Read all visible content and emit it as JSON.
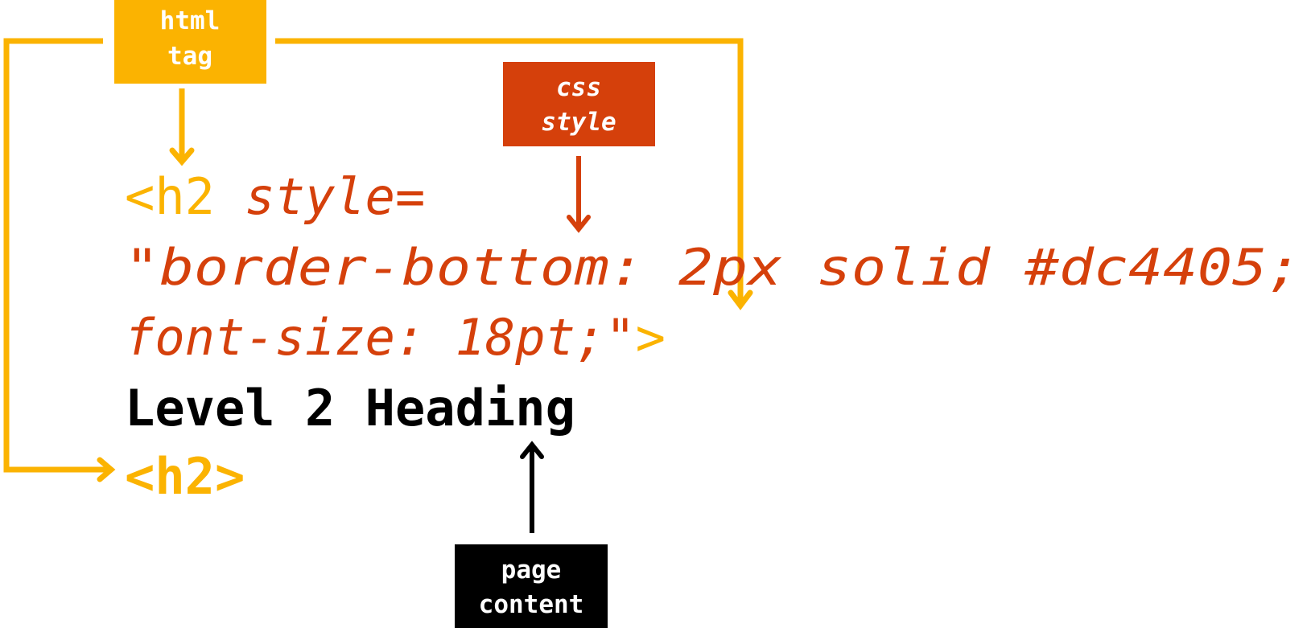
{
  "colors": {
    "html_tag": "#fbb301",
    "css_style": "#d5400b",
    "content": "#000000",
    "background": "#ffffff"
  },
  "labels": {
    "html_tag": [
      "html",
      "tag"
    ],
    "css_style": [
      "css",
      "style"
    ],
    "page_content": [
      "page",
      "content"
    ]
  },
  "code": {
    "line1_tag": "<h2",
    "line1_style": " style=",
    "line2_style": "\"border-bottom: 2px solid #dc4405;",
    "line3_style": "font-size: 18pt;\"",
    "line3_tag": ">",
    "line4_content": "Level 2 Heading",
    "line5_tag": "<h2>"
  }
}
